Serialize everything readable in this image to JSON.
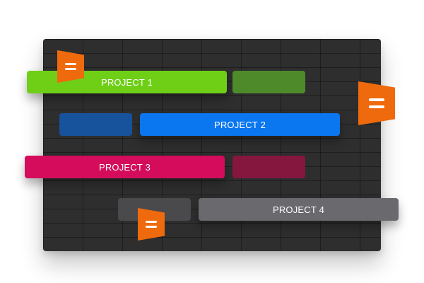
{
  "projects": [
    {
      "label": "PROJECT 1",
      "color": "#6fcf17",
      "ghost_color": "#4f8a2a"
    },
    {
      "label": "PROJECT 2",
      "color": "#0a76f0",
      "ghost_color": "#17539c"
    },
    {
      "label": "PROJECT 3",
      "color": "#d40c5b",
      "ghost_color": "#85173f"
    },
    {
      "label": "PROJECT 4",
      "color": "#6a6a6e",
      "ghost_color": "#4a4a4d"
    }
  ],
  "colors": {
    "board_background": "#2e2e2e",
    "flag": "#ee6a0c"
  },
  "icons": {
    "flag": "flag-equals-icon"
  }
}
